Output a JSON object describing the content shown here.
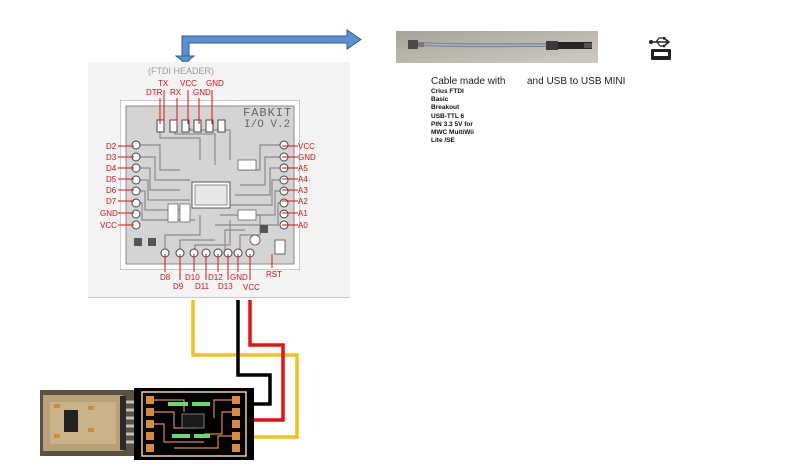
{
  "header_label": "(FTDI HEADER)",
  "board": {
    "title_line1": "FABKIT",
    "title_line2": "I/O V.2"
  },
  "top_pins": [
    "DTR",
    "TX",
    "RX",
    "VCC",
    "GND",
    "GND"
  ],
  "left_pins": [
    "D2",
    "D3",
    "D4",
    "D5",
    "D6",
    "D7",
    "GND",
    "VCC"
  ],
  "right_pins": [
    "VCC",
    "GND",
    "A5",
    "A4",
    "A3",
    "A2",
    "A1",
    "A0"
  ],
  "bottom_pins": [
    "D8",
    "D9",
    "D10",
    "D11",
    "D12",
    "D13",
    "GND",
    "VCC",
    "RST"
  ],
  "cable_caption": "Cable made with",
  "cable_notes": [
    "Crius FTDI",
    "Basic",
    "Breakout",
    "USB-TTL 6",
    "PIN 3.3 5V for",
    "MWC MultiWii",
    "Lite /SE"
  ],
  "usb_caption": "and USB to USB MINI",
  "colors": {
    "arrow_fill": "#5b8fd0",
    "arrow_stroke": "#2f5f9f",
    "pin_label": "#e01010",
    "wire_yellow": "#f2c21b",
    "wire_black": "#000000",
    "wire_red": "#e81010"
  },
  "icons": [
    "usb-icon",
    "arrow-icon"
  ]
}
